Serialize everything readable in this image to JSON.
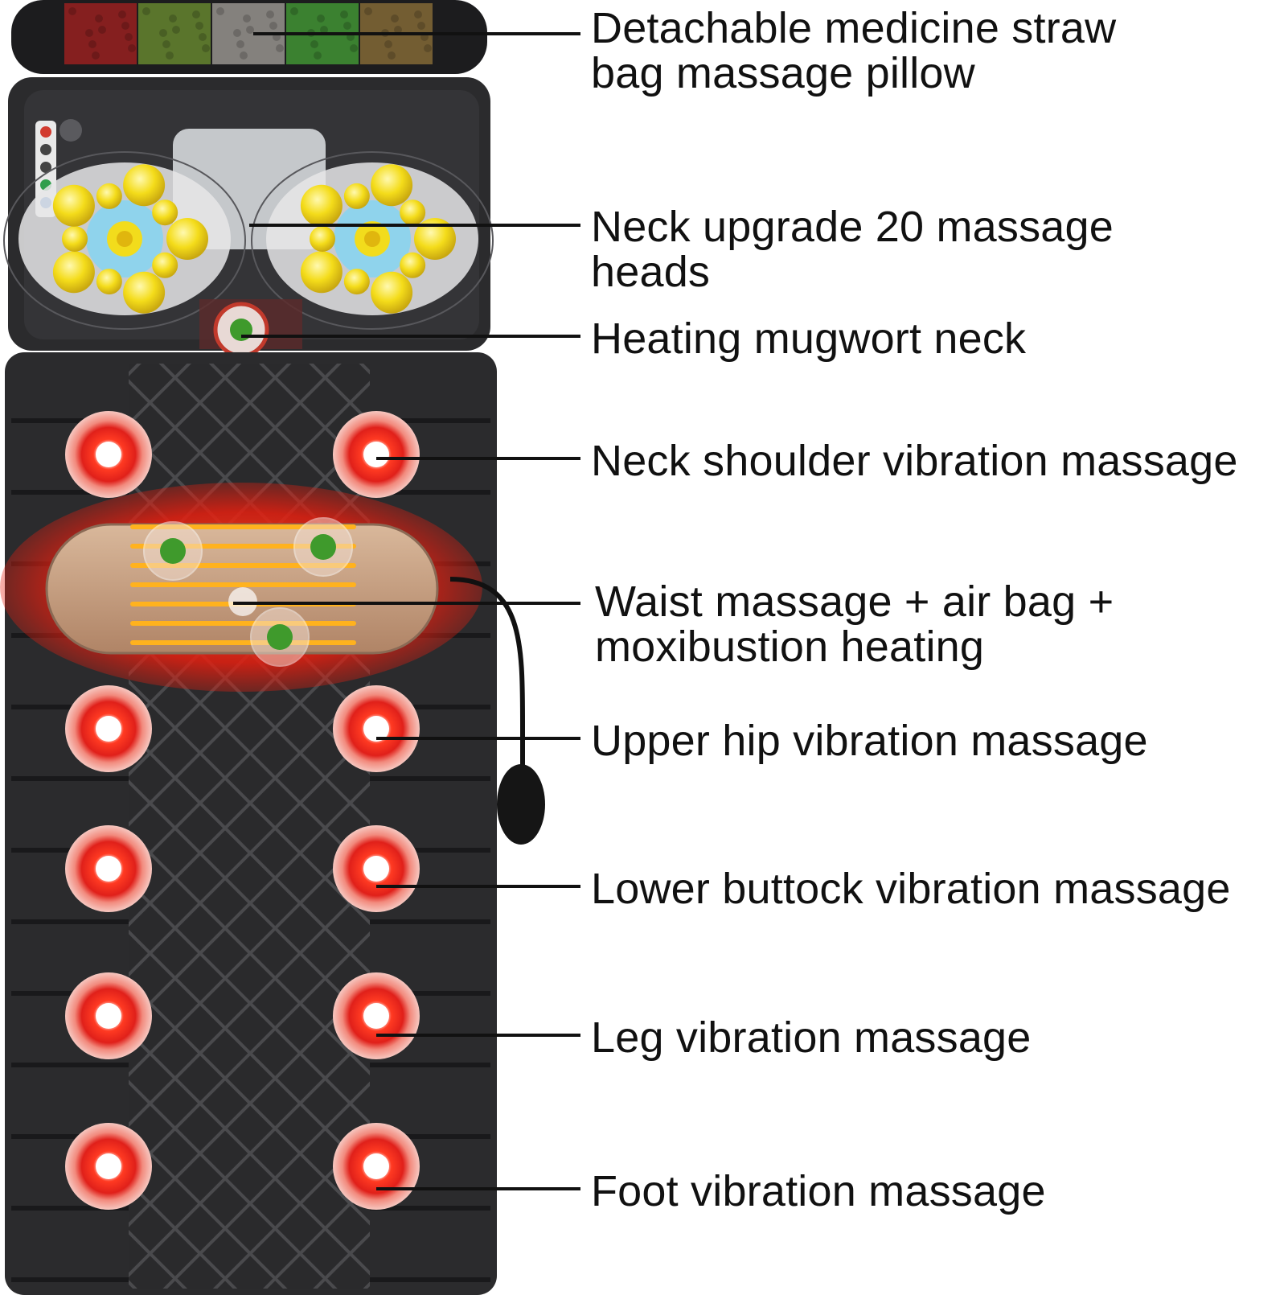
{
  "callouts": [
    {
      "id": "pillow",
      "lines": [
        "Detachable medicine straw",
        "bag massage pillow"
      ]
    },
    {
      "id": "neck-heads",
      "lines": [
        "Neck upgrade 20 massage",
        "heads"
      ]
    },
    {
      "id": "mugwort",
      "lines": [
        "Heating mugwort neck"
      ]
    },
    {
      "id": "neck-shoulder",
      "lines": [
        "Neck shoulder vibration massage"
      ]
    },
    {
      "id": "waist",
      "lines": [
        "Waist massage + air bag +",
        "moxibustion heating"
      ]
    },
    {
      "id": "upper-hip",
      "lines": [
        "Upper hip vibration massage"
      ]
    },
    {
      "id": "lower-buttock",
      "lines": [
        "Lower buttock vibration massage"
      ]
    },
    {
      "id": "leg",
      "lines": [
        "Leg vibration massage"
      ]
    },
    {
      "id": "foot",
      "lines": [
        "Foot vibration massage"
      ]
    }
  ],
  "colors": {
    "mat": "#2b2b2d",
    "mat_dark": "#1c1c1e",
    "heat_red": "#e8261c",
    "heat_glow": "#ff4b2e",
    "node_yellow": "#f2dc1c",
    "node_blue": "#8fd3ec",
    "herb_green": "#3f9a2c",
    "leader_line": "#111111"
  },
  "icons": {
    "vibration_node": "vibration-node-icon",
    "massage_head": "massage-head-icon",
    "heating_pad": "heating-pad-icon",
    "air_pump": "air-pump-icon",
    "herb_bag": "herb-bag-icon"
  }
}
